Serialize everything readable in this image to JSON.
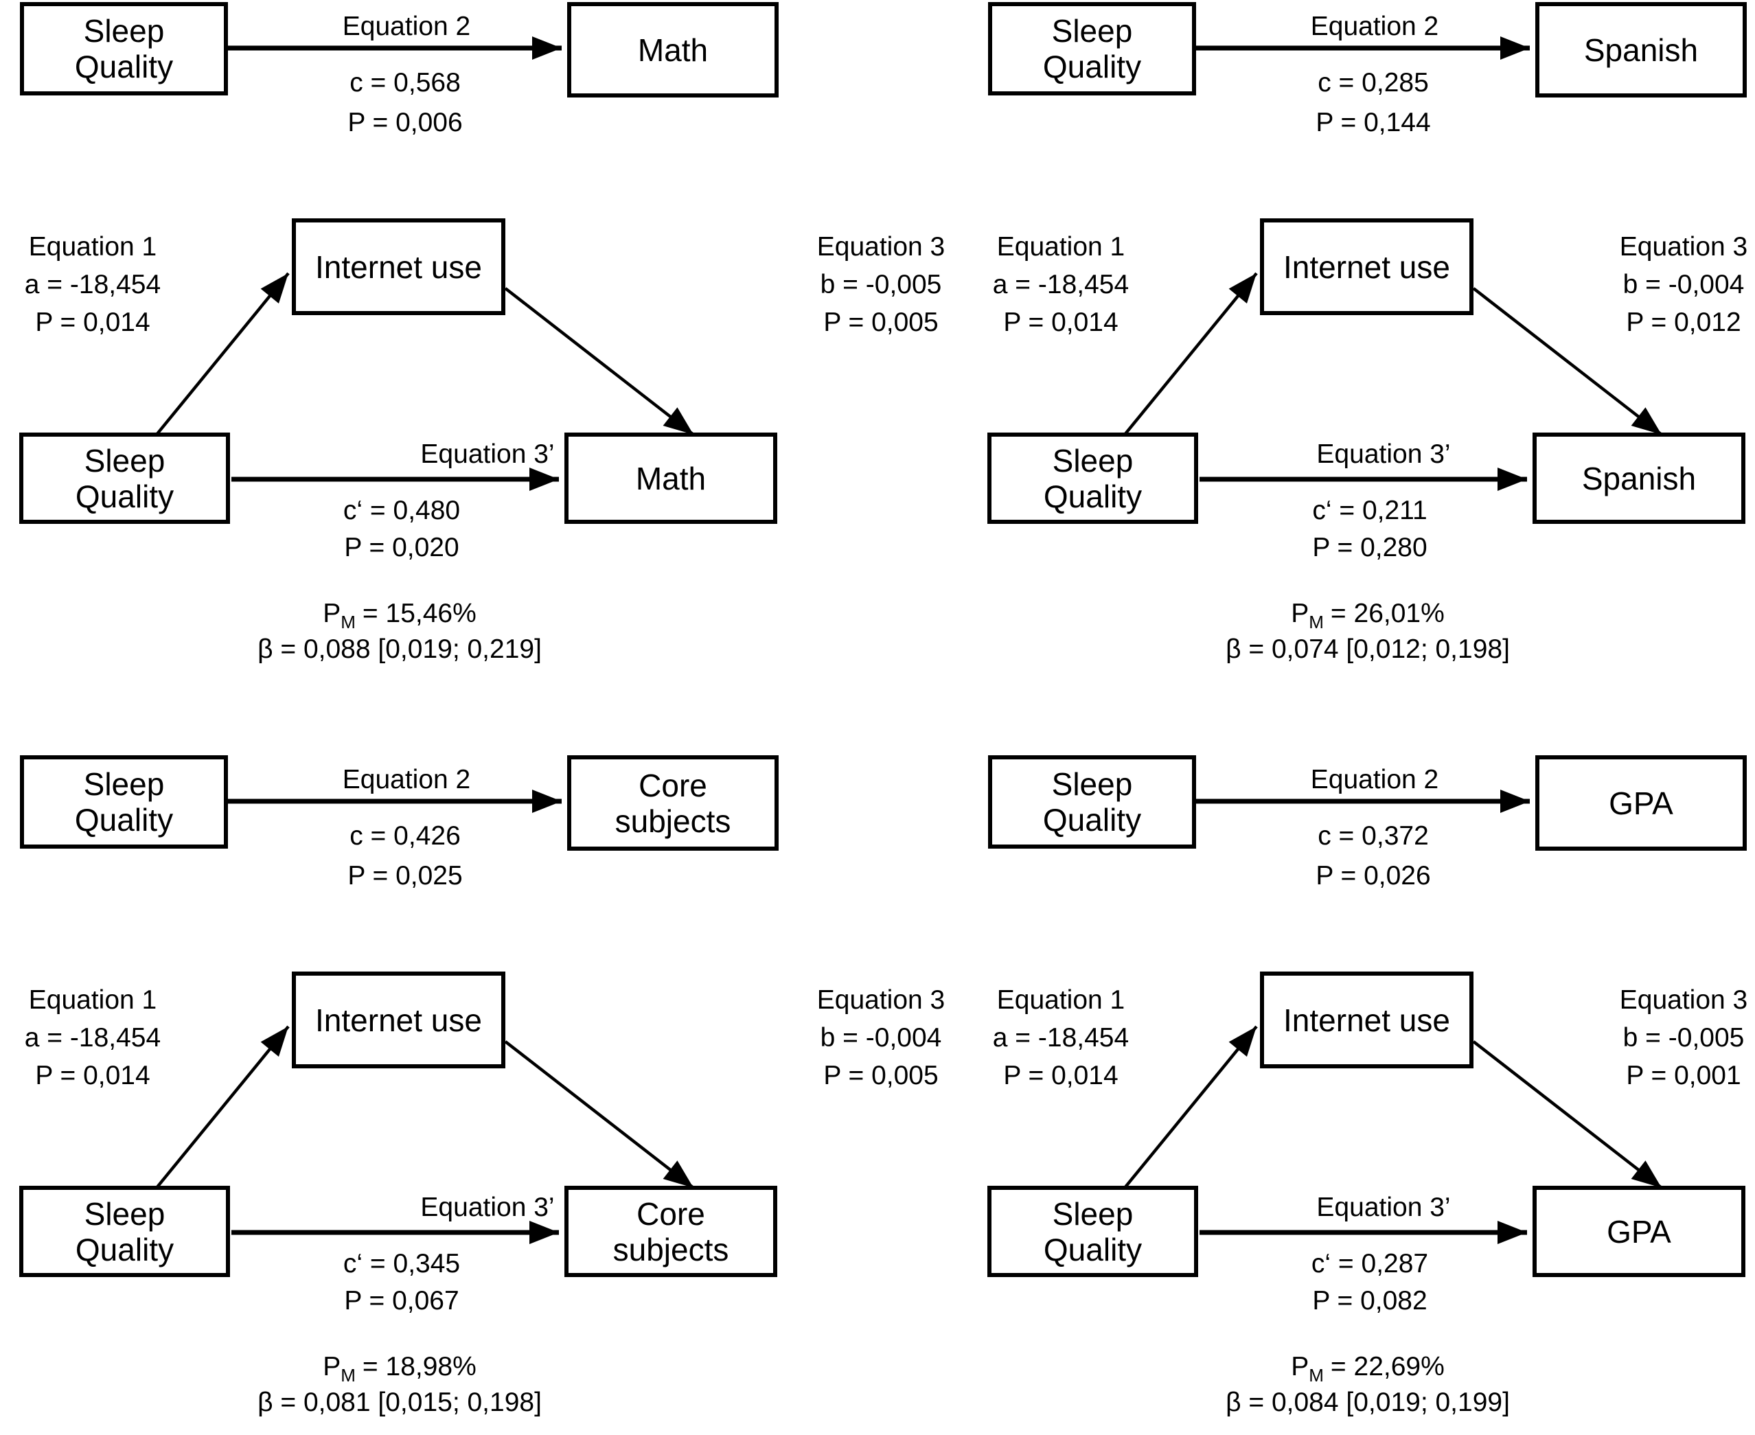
{
  "figure": {
    "predictor_label": "Sleep\nQuality",
    "mediator_label": "Internet use"
  },
  "panels": [
    {
      "outcome": "Math",
      "direct": {
        "eq_label": "Equation 2",
        "c_line": "c = 0,568",
        "p_line": "P = 0,006"
      },
      "eq1": {
        "label": "Equation 1",
        "a_line": "a = -18,454",
        "p_line": "P = 0,014"
      },
      "eq3": {
        "label": "Equation 3",
        "b_line": "b = -0,005",
        "p_line": "P = 0,005"
      },
      "eq3p": {
        "label": "Equation 3’",
        "c_line": "c‘ = 0,480",
        "p_line": "P = 0,020"
      },
      "pm": {
        "p": "P",
        "sub": "M",
        "rest": "= 15,46%"
      },
      "beta_line": "β = 0,088 [0,019; 0,219]"
    },
    {
      "outcome": "Spanish",
      "direct": {
        "eq_label": "Equation 2",
        "c_line": "c = 0,285",
        "p_line": "P = 0,144"
      },
      "eq1": {
        "label": "Equation 1",
        "a_line": "a = -18,454",
        "p_line": "P = 0,014"
      },
      "eq3": {
        "label": "Equation 3",
        "b_line": "b = -0,004",
        "p_line": "P = 0,012"
      },
      "eq3p": {
        "label": "Equation 3’",
        "c_line": "c‘ = 0,211",
        "p_line": "P = 0,280"
      },
      "pm": {
        "p": "P",
        "sub": "M",
        "rest": "= 26,01%"
      },
      "beta_line": "β = 0,074 [0,012; 0,198]"
    },
    {
      "outcome": "Core\nsubjects",
      "direct": {
        "eq_label": "Equation 2",
        "c_line": "c = 0,426",
        "p_line": "P = 0,025"
      },
      "eq1": {
        "label": "Equation 1",
        "a_line": "a = -18,454",
        "p_line": "P = 0,014"
      },
      "eq3": {
        "label": "Equation 3",
        "b_line": "b = -0,004",
        "p_line": "P = 0,005"
      },
      "eq3p": {
        "label": "Equation 3’",
        "c_line": "c‘ = 0,345",
        "p_line": "P = 0,067"
      },
      "pm": {
        "p": "P",
        "sub": "M",
        "rest": "= 18,98%"
      },
      "beta_line": "β = 0,081 [0,015; 0,198]"
    },
    {
      "outcome": "GPA",
      "direct": {
        "eq_label": "Equation 2",
        "c_line": "c = 0,372",
        "p_line": "P = 0,026"
      },
      "eq1": {
        "label": "Equation 1",
        "a_line": "a = -18,454",
        "p_line": "P = 0,014"
      },
      "eq3": {
        "label": "Equation 3",
        "b_line": "b = -0,005",
        "p_line": "P = 0,001"
      },
      "eq3p": {
        "label": "Equation 3’",
        "c_line": "c‘ = 0,287",
        "p_line": "P = 0,082"
      },
      "pm": {
        "p": "P",
        "sub": "M",
        "rest": "= 22,69%"
      },
      "beta_line": "β = 0,084 [0,019; 0,199]"
    }
  ]
}
